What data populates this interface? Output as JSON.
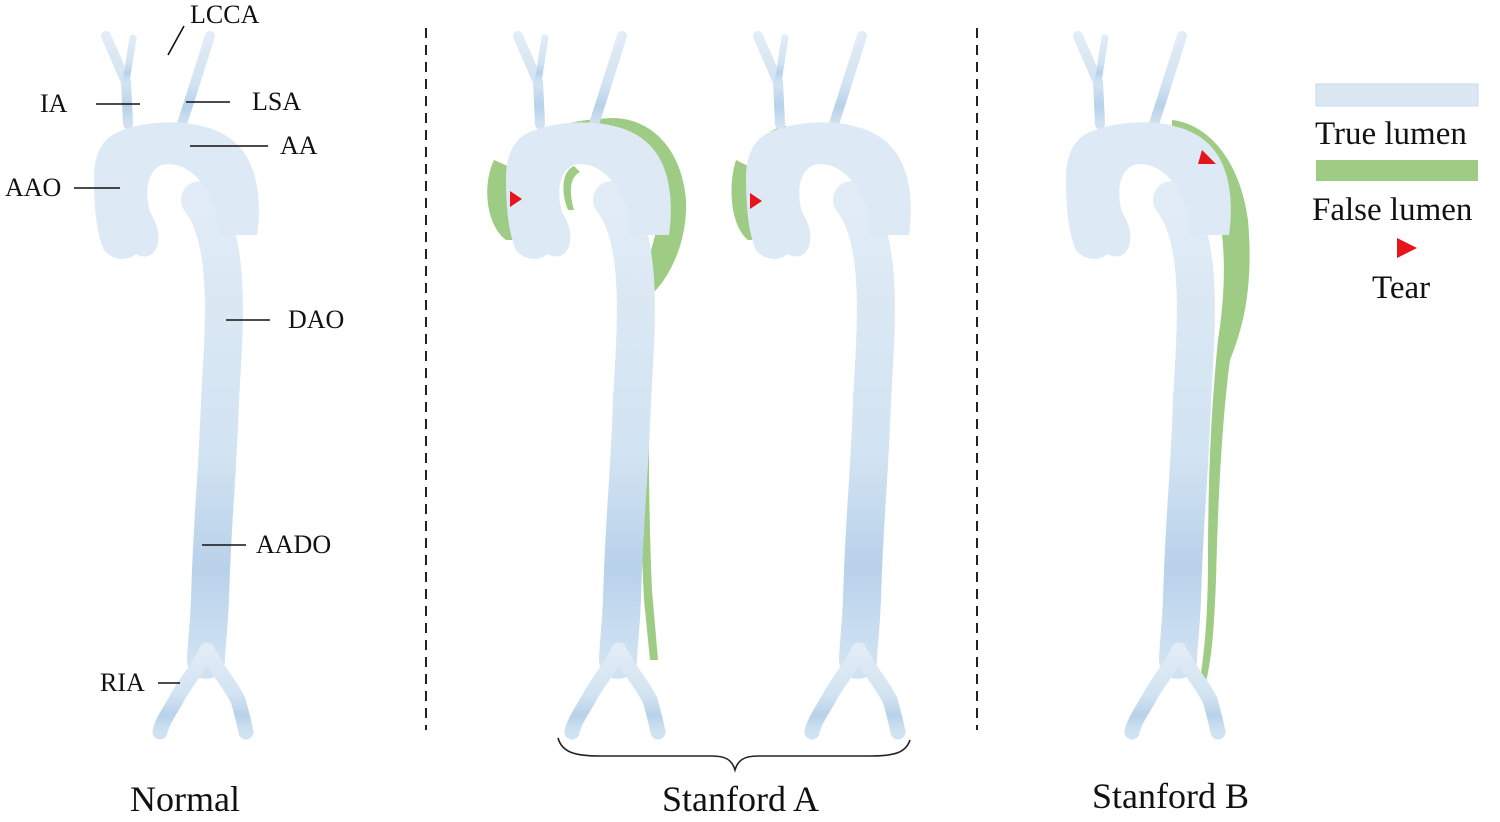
{
  "labels": {
    "lcca": "LCCA",
    "ia": "IA",
    "lsa": "LSA",
    "aa": "AA",
    "aao": "AAO",
    "dao": "DAO",
    "aado": "AADO",
    "ria": "RIA"
  },
  "legend": {
    "true_lumen": "True lumen",
    "false_lumen": "False lumen",
    "tear": "Tear"
  },
  "captions": {
    "normal": "Normal",
    "stanford_a": "Stanford A",
    "stanford_b": "Stanford B"
  },
  "colors": {
    "true_lumen": "#dbe8f4",
    "true_lumen_deep": "#b6d0ea",
    "false_lumen": "#9fcc85",
    "tear": "#e8141b",
    "line": "#111111"
  }
}
